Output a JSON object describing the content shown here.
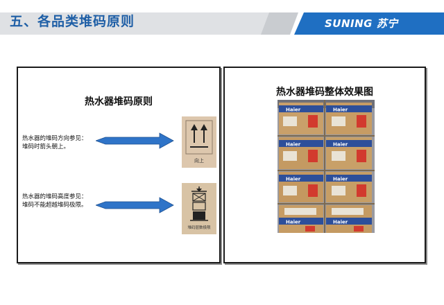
{
  "header": {
    "title": "五、各品类堆码原则",
    "brand": "SUNING 苏宁",
    "colors": {
      "title": "#1f5fa6",
      "bar_light": "#dfe1e4",
      "bar_blue": "#1f6fc2"
    }
  },
  "left_panel": {
    "title": "热水器堆码原则",
    "note_1": [
      "热水器的堆码方向参见：",
      "堆码时箭头朝上。"
    ],
    "note_2": [
      "热水器的堆码高度参见：",
      "堆码不能超越堆码极限。"
    ],
    "mark_1_label": "向上",
    "mark_2_label": "堆码层数极限",
    "arrow_color": "#2f74c8"
  },
  "right_panel": {
    "title": "热水器堆码整体效果图",
    "box_brand": "Haier"
  }
}
